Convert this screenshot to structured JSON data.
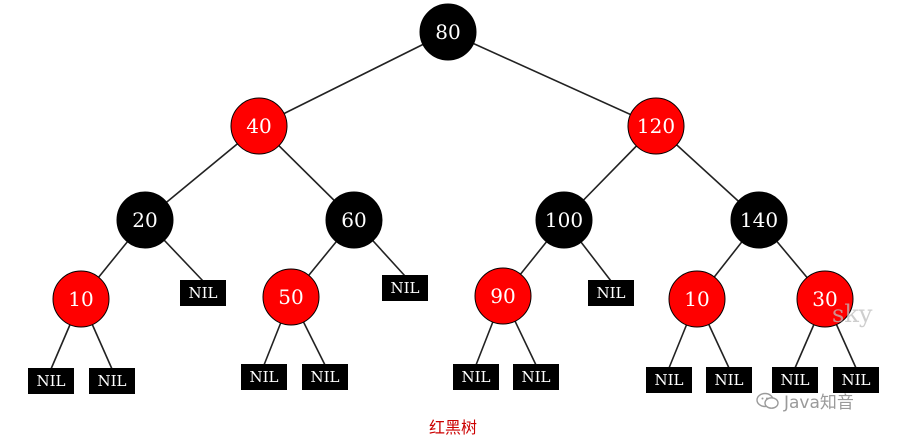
{
  "caption": "红黑树",
  "watermarks": {
    "handle": "sky",
    "brand": "Java知音",
    "brand_icon": "wechat-icon"
  },
  "colors": {
    "black": "#000000",
    "red": "#ff0000",
    "edge": "#222222",
    "caption": "#cc0000"
  },
  "tree": {
    "nodes": [
      {
        "id": "n80",
        "label": "80",
        "color": "black",
        "parent": null
      },
      {
        "id": "n40",
        "label": "40",
        "color": "red",
        "parent": "n80"
      },
      {
        "id": "n120",
        "label": "120",
        "color": "red",
        "parent": "n80"
      },
      {
        "id": "n20",
        "label": "20",
        "color": "black",
        "parent": "n40"
      },
      {
        "id": "n60",
        "label": "60",
        "color": "black",
        "parent": "n40"
      },
      {
        "id": "n100",
        "label": "100",
        "color": "black",
        "parent": "n120"
      },
      {
        "id": "n140",
        "label": "140",
        "color": "black",
        "parent": "n120"
      },
      {
        "id": "n10a",
        "label": "10",
        "color": "red",
        "parent": "n20"
      },
      {
        "id": "n50",
        "label": "50",
        "color": "red",
        "parent": "n60"
      },
      {
        "id": "n90",
        "label": "90",
        "color": "red",
        "parent": "n100"
      },
      {
        "id": "n10b",
        "label": "10",
        "color": "red",
        "parent": "n140"
      },
      {
        "id": "n30",
        "label": "30",
        "color": "red",
        "parent": "n140"
      }
    ],
    "nil_label": "NIL",
    "nil_parents": [
      "n10a",
      "n10a",
      "n20",
      "n50",
      "n50",
      "n60",
      "n90",
      "n90",
      "n100",
      "n10b",
      "n10b",
      "n30",
      "n30"
    ]
  }
}
